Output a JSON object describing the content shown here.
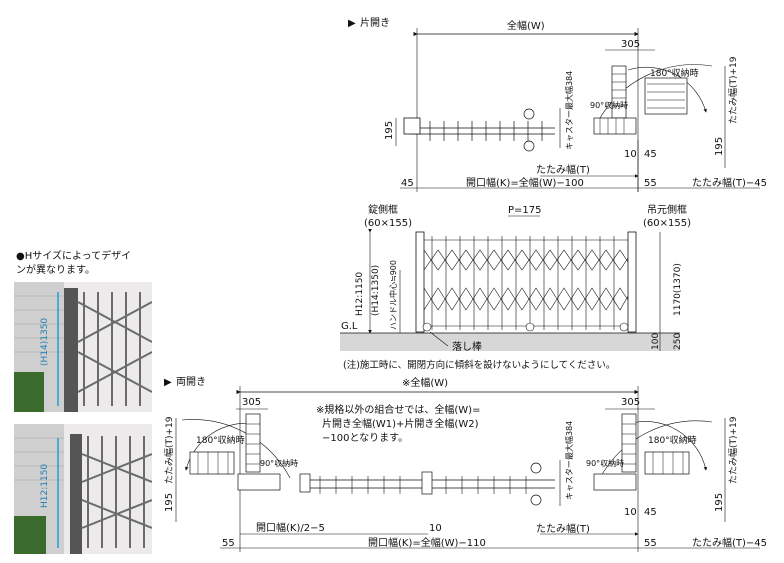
{
  "top": {
    "section_label": "片開き",
    "overall_width": "全幅(W)",
    "d305": "305",
    "fold_width_t19": "たたみ幅(T)+19",
    "d195": "195",
    "caster_max": "キャスター最大幅384",
    "d10": "10",
    "d45": "45",
    "fold_width_t": "たたみ幅(T)",
    "opening": "開口幅(K)=全幅(W)−100",
    "d45_left": "45",
    "d55": "55",
    "fold_width_t45": "たたみ幅(T)−45",
    "stored_180": "180°収納時",
    "stored_90": "90°収納時"
  },
  "middle": {
    "lock_frame": "錠側框",
    "lock_frame_size": "(60×155)",
    "pitch": "P=175",
    "hang_frame": "吊元側框",
    "hang_frame_size": "(60×155)",
    "h12": "H12:1150",
    "h14": "(H14:1350)",
    "handle_center": "ハンドル中心≒900",
    "right_height": "1170(1370)",
    "gl": "G.L",
    "drop_rod": "落し棒",
    "d100": "100",
    "d250": "250",
    "caution": "(注)施工時に、開閉方向に傾斜を設けないようにしてください。"
  },
  "left": {
    "note_line1": "●Hサイズによってデザイ",
    "note_line2": "ンが異なります。",
    "photo1_label": "(H14)1350",
    "photo2_label": "H12:1150"
  },
  "bottom": {
    "section_label": "両開き",
    "overall_width": "※全幅(W)",
    "d305_left": "305",
    "d305_right": "305",
    "fold_width_t19_left": "たたみ幅(T)+19",
    "fold_width_t19_right": "たたみ幅(T)+19",
    "stored_180_left": "180°収納時",
    "stored_90_left": "90°収納時",
    "stored_180_right": "180°収納時",
    "stored_90_right": "90°収納時",
    "note_line1": "※規格以外の組合せでは、全幅(W)=",
    "note_line2": "片開き全幅(W1)+片開き全幅(W2)",
    "note_line3": "−100となります。",
    "caster_max": "キャスター最大幅384",
    "d195_left": "195",
    "d195_right": "195",
    "fold_width_t": "たたみ幅(T)",
    "d10": "10",
    "d45": "45",
    "half_opening": "開口幅(K)/2−5",
    "d10_center": "10",
    "opening": "開口幅(K)=全幅(W)−110",
    "d55_left": "55",
    "d55_right": "55",
    "fold_width_t45": "たたみ幅(T)−45"
  }
}
